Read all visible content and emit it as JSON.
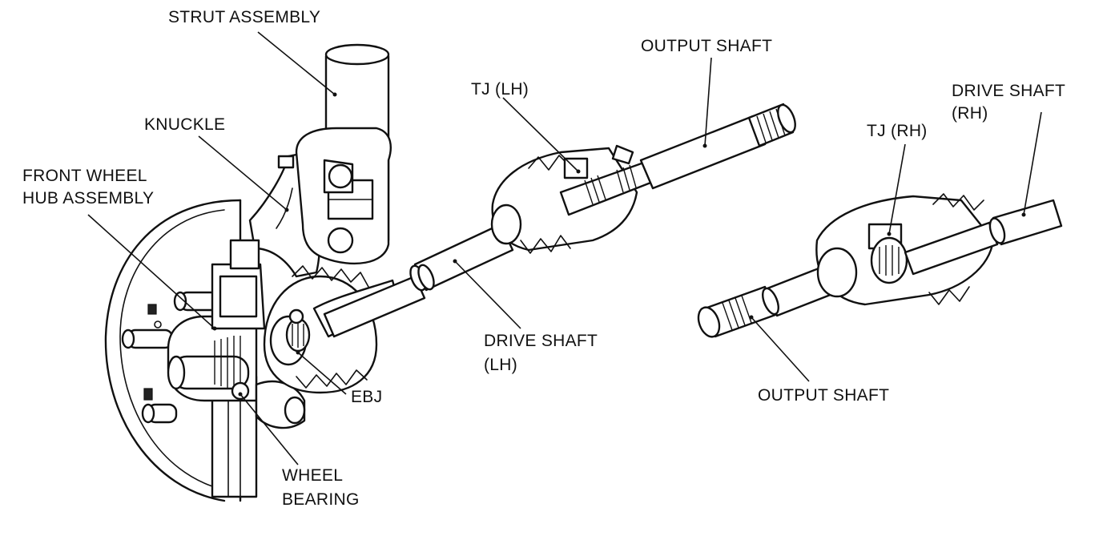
{
  "labels": {
    "strut_assembly": "STRUT ASSEMBLY",
    "knuckle": "KNUCKLE",
    "front_wheel_hub_line1": "FRONT WHEEL",
    "front_wheel_hub_line2": "HUB ASSEMBLY",
    "tj_lh": "TJ (LH)",
    "output_shaft_top": "OUTPUT SHAFT",
    "drive_shaft_rh_line1": "DRIVE SHAFT",
    "drive_shaft_rh_line2": "(RH)",
    "tj_rh": "TJ (RH)",
    "drive_shaft_lh_line1": "DRIVE SHAFT",
    "drive_shaft_lh_line2": "(LH)",
    "ebj": "EBJ",
    "output_shaft_bottom": "OUTPUT SHAFT",
    "wheel_bearing_line1": "WHEEL",
    "wheel_bearing_line2": "BEARING"
  }
}
